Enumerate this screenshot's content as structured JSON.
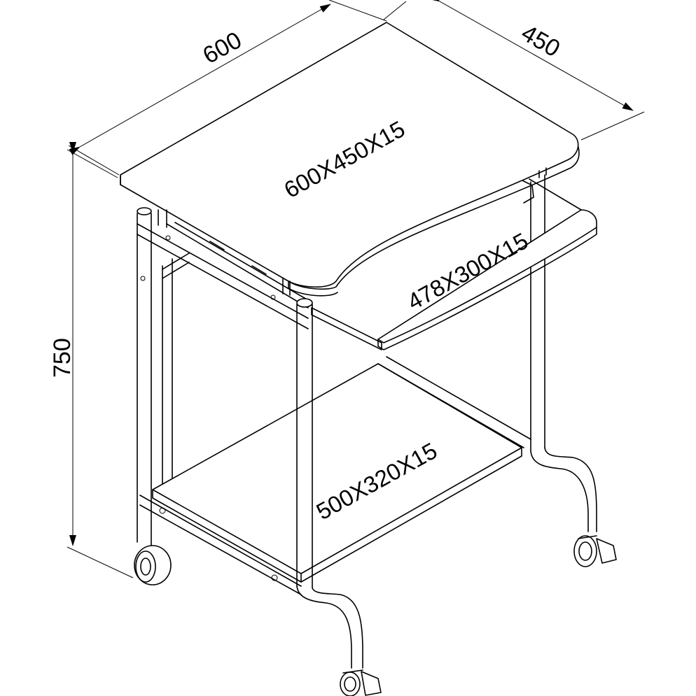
{
  "dimensions": {
    "width": "600",
    "depth": "450",
    "height": "750"
  },
  "panels": {
    "top": "600X450X15",
    "keyboard_tray": "478X300X15",
    "bottom_shelf": "500X320X15"
  }
}
